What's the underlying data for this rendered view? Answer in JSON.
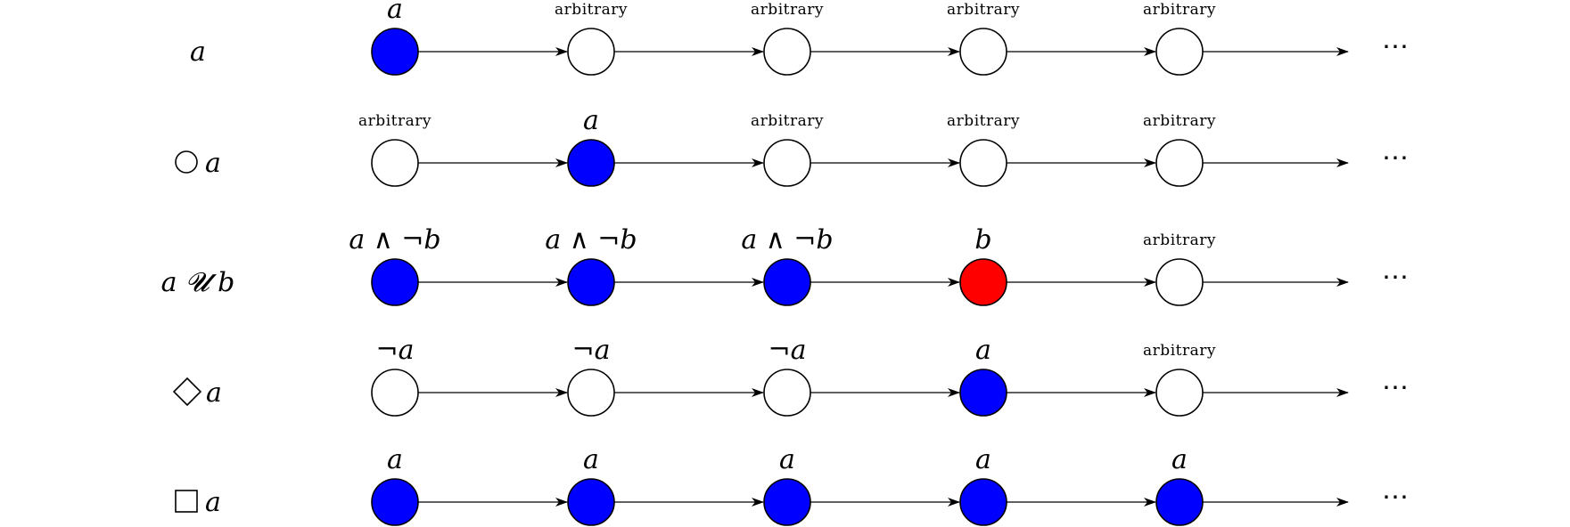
{
  "colors": {
    "holds": "#0000ff",
    "target": "#ff0000",
    "arbitrary": "#ffffff",
    "stroke": "#000000"
  },
  "rows": [
    {
      "formula": "a",
      "operator_icon": "none",
      "states": [
        {
          "label": "a",
          "fill": "holds"
        },
        {
          "label": "arbitrary",
          "fill": "arbitrary"
        },
        {
          "label": "arbitrary",
          "fill": "arbitrary"
        },
        {
          "label": "arbitrary",
          "fill": "arbitrary"
        },
        {
          "label": "arbitrary",
          "fill": "arbitrary"
        }
      ],
      "ellipsis": "..."
    },
    {
      "formula": "a",
      "operator_icon": "next-circle-icon",
      "states": [
        {
          "label": "arbitrary",
          "fill": "arbitrary"
        },
        {
          "label": "a",
          "fill": "holds"
        },
        {
          "label": "arbitrary",
          "fill": "arbitrary"
        },
        {
          "label": "arbitrary",
          "fill": "arbitrary"
        },
        {
          "label": "arbitrary",
          "fill": "arbitrary"
        }
      ],
      "ellipsis": "..."
    },
    {
      "formula": "a 𝓤 b",
      "operator_icon": "none",
      "states": [
        {
          "label": "a ∧ ¬b",
          "fill": "holds"
        },
        {
          "label": "a ∧ ¬b",
          "fill": "holds"
        },
        {
          "label": "a ∧ ¬b",
          "fill": "holds"
        },
        {
          "label": "b",
          "fill": "target"
        },
        {
          "label": "arbitrary",
          "fill": "arbitrary"
        }
      ],
      "ellipsis": "..."
    },
    {
      "formula": "a",
      "operator_icon": "eventually-diamond-icon",
      "states": [
        {
          "label": "¬a",
          "fill": "arbitrary"
        },
        {
          "label": "¬a",
          "fill": "arbitrary"
        },
        {
          "label": "¬a",
          "fill": "arbitrary"
        },
        {
          "label": "a",
          "fill": "holds"
        },
        {
          "label": "arbitrary",
          "fill": "arbitrary"
        }
      ],
      "ellipsis": "..."
    },
    {
      "formula": "a",
      "operator_icon": "always-square-icon",
      "states": [
        {
          "label": "a",
          "fill": "holds"
        },
        {
          "label": "a",
          "fill": "holds"
        },
        {
          "label": "a",
          "fill": "holds"
        },
        {
          "label": "a",
          "fill": "holds"
        },
        {
          "label": "a",
          "fill": "holds"
        }
      ],
      "ellipsis": "..."
    }
  ]
}
